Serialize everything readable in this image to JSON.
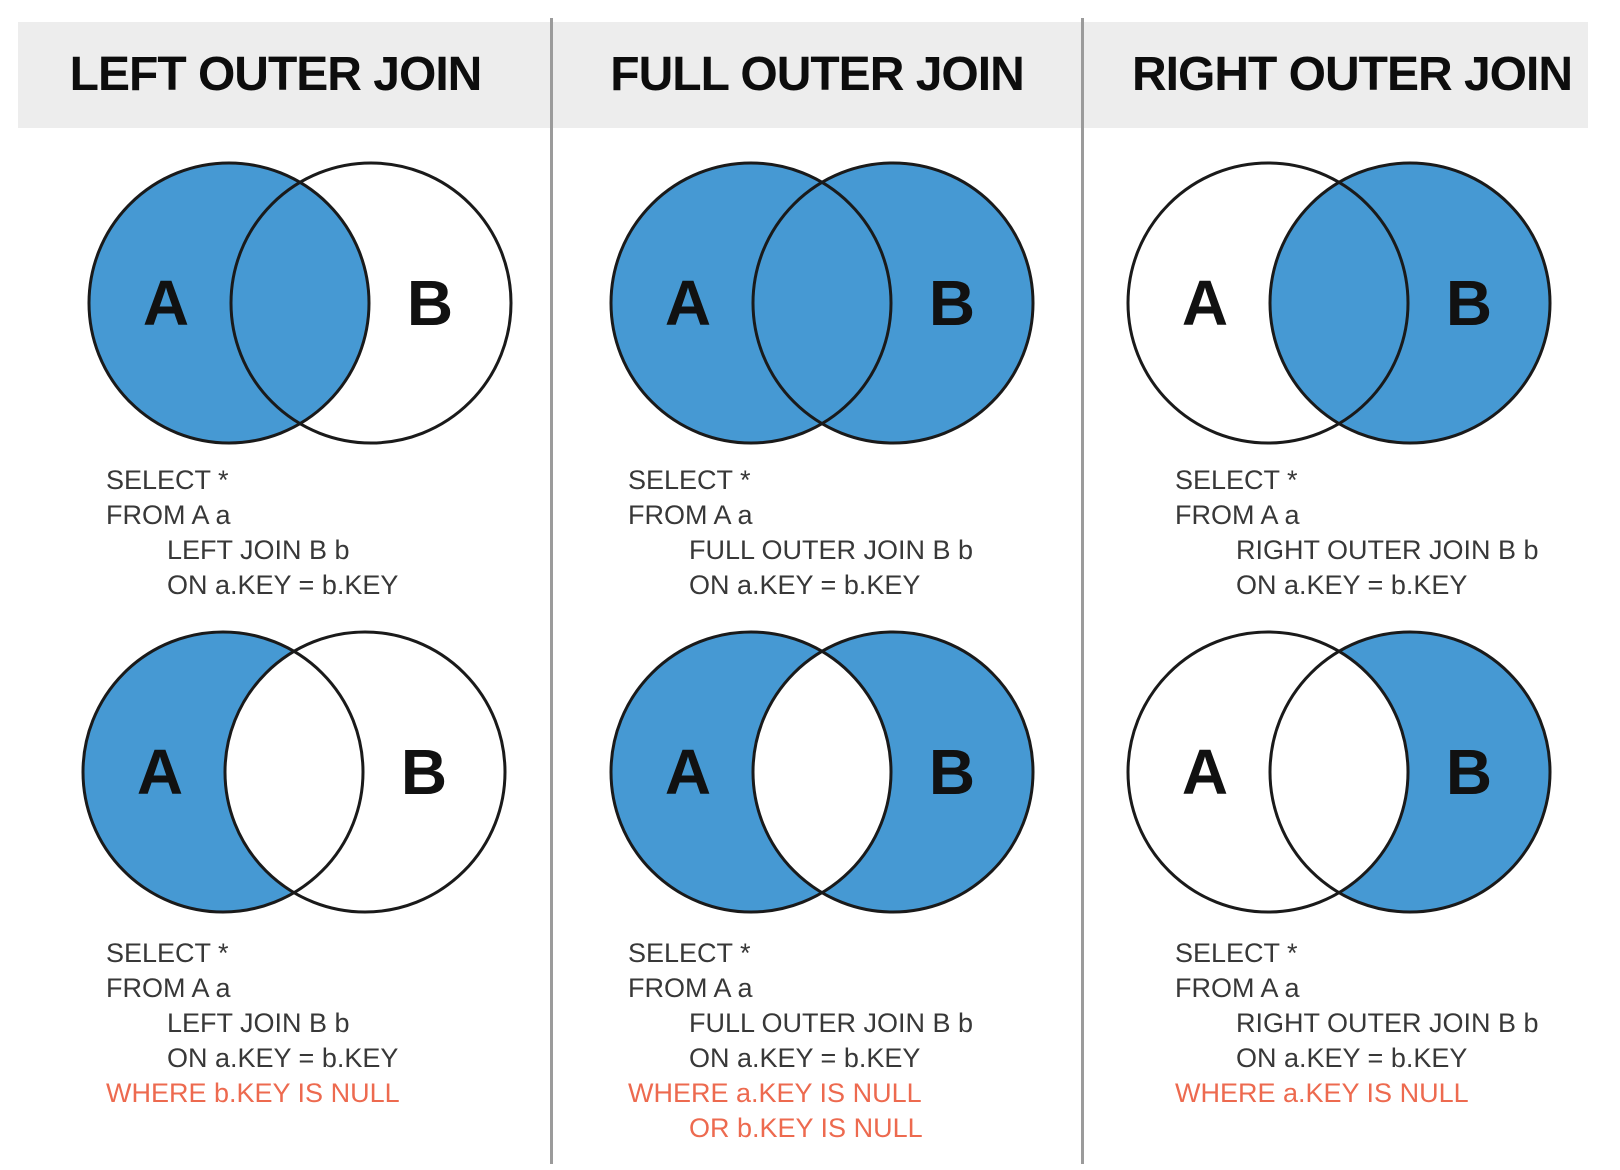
{
  "colors": {
    "blue": "#4699D3",
    "red": "#ED6A4F",
    "header_band": "#EDEDED",
    "divider": "#9B9B9B",
    "sql_text": "#383838",
    "heading_text": "#0D0D0D",
    "circle_outline": "#1A1A1A",
    "background": "#FFFFFF"
  },
  "columns": [
    {
      "title": "LEFT OUTER JOIN",
      "venn_top": {
        "label_a": "A",
        "label_b": "B",
        "a_filled": true,
        "b_filled": false,
        "intersection_filled": true
      },
      "sql_top": {
        "lines": [
          "SELECT *",
          "FROM A a",
          "LEFT JOIN B b",
          "ON a.KEY = b.KEY"
        ]
      },
      "venn_bottom": {
        "label_a": "A",
        "label_b": "B",
        "a_filled": true,
        "b_filled": false,
        "intersection_filled": false
      },
      "sql_bottom": {
        "lines": [
          "SELECT *",
          "FROM A a",
          "LEFT JOIN B b",
          "ON a.KEY = b.KEY",
          "WHERE b.KEY IS NULL"
        ]
      }
    },
    {
      "title": "FULL OUTER JOIN",
      "venn_top": {
        "label_a": "A",
        "label_b": "B",
        "a_filled": true,
        "b_filled": true,
        "intersection_filled": true
      },
      "sql_top": {
        "lines": [
          "SELECT *",
          "FROM A a",
          "FULL OUTER JOIN B b",
          "ON a.KEY = b.KEY"
        ]
      },
      "venn_bottom": {
        "label_a": "A",
        "label_b": "B",
        "a_filled": true,
        "b_filled": true,
        "intersection_filled": false
      },
      "sql_bottom": {
        "lines": [
          "SELECT *",
          "FROM A a",
          "FULL OUTER JOIN B b",
          "ON a.KEY = b.KEY",
          "WHERE a.KEY IS NULL",
          "OR b.KEY IS NULL"
        ]
      }
    },
    {
      "title": "RIGHT OUTER JOIN",
      "venn_top": {
        "label_a": "A",
        "label_b": "B",
        "a_filled": false,
        "b_filled": true,
        "intersection_filled": true
      },
      "sql_top": {
        "lines": [
          "SELECT *",
          "FROM A a",
          "RIGHT OUTER JOIN B b",
          "ON a.KEY = b.KEY"
        ]
      },
      "venn_bottom": {
        "label_a": "A",
        "label_b": "B",
        "a_filled": false,
        "b_filled": true,
        "intersection_filled": false
      },
      "sql_bottom": {
        "lines": [
          "SELECT *",
          "FROM A a",
          "RIGHT OUTER JOIN B b",
          "ON a.KEY = b.KEY",
          "WHERE a.KEY IS NULL"
        ]
      }
    }
  ]
}
